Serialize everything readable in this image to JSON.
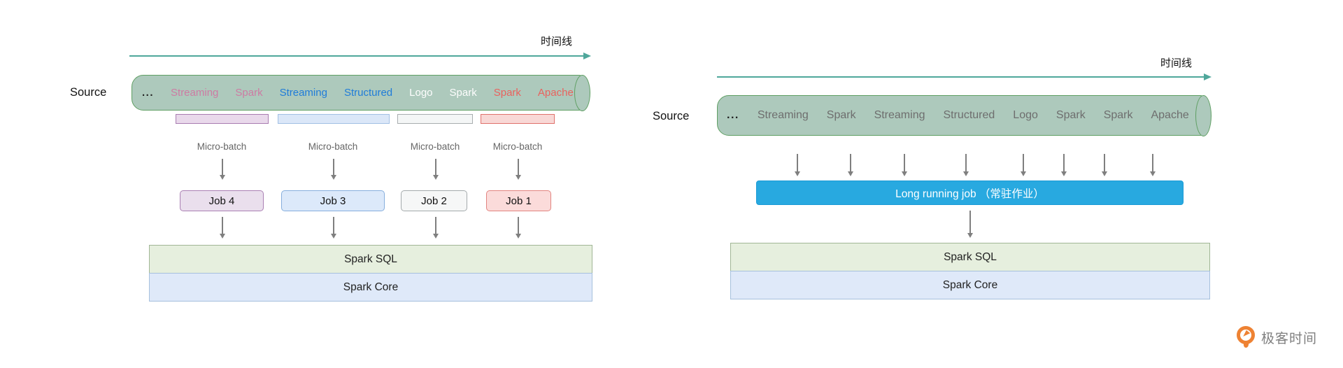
{
  "left_diagram": {
    "timeline_label": "时间线",
    "source_label": "Source",
    "cylinder_words": [
      {
        "text": "...",
        "color": "dark"
      },
      {
        "text": "Streaming",
        "color": "pink"
      },
      {
        "text": "Spark",
        "color": "pink"
      },
      {
        "text": "Streaming",
        "color": "blue"
      },
      {
        "text": "Structured",
        "color": "blue"
      },
      {
        "text": "Logo",
        "color": "white"
      },
      {
        "text": "Spark",
        "color": "white"
      },
      {
        "text": "Spark",
        "color": "red"
      },
      {
        "text": "Apache",
        "color": "red"
      }
    ],
    "batches": [
      {
        "label": "Micro-batch",
        "job": "Job 4",
        "theme": "purple"
      },
      {
        "label": "Micro-batch",
        "job": "Job 3",
        "theme": "blue"
      },
      {
        "label": "Micro-batch",
        "job": "Job 2",
        "theme": "white"
      },
      {
        "label": "Micro-batch",
        "job": "Job 1",
        "theme": "red"
      }
    ],
    "spark_sql_label": "Spark SQL",
    "spark_core_label": "Spark Core"
  },
  "right_diagram": {
    "timeline_label": "时间线",
    "source_label": "Source",
    "cylinder_words": [
      {
        "text": "...",
        "color": "dark"
      },
      {
        "text": "Streaming",
        "color": "gray"
      },
      {
        "text": "Spark",
        "color": "gray"
      },
      {
        "text": "Streaming",
        "color": "gray"
      },
      {
        "text": "Structured",
        "color": "gray"
      },
      {
        "text": "Logo",
        "color": "gray"
      },
      {
        "text": "Spark",
        "color": "gray"
      },
      {
        "text": "Spark",
        "color": "gray"
      },
      {
        "text": "Apache",
        "color": "gray"
      }
    ],
    "long_running_job_label": "Long running job （常驻作业）",
    "spark_sql_label": "Spark SQL",
    "spark_core_label": "Spark Core"
  },
  "footer": {
    "brand": "极客时间"
  },
  "colors": {
    "cylinder_fill": "#adc9bc",
    "cylinder_border": "#5f9f63",
    "timeline_arrow": "#4fa79b",
    "word_pink": "#cd7ba3",
    "word_blue": "#1f7cd9",
    "word_white": "#fdfdfd",
    "word_red": "#e9625e",
    "word_gray": "#6e6e6e",
    "long_job_fill": "#28a9e0",
    "spark_sql_fill": "#e6efde",
    "spark_core_fill": "#dfe9f9",
    "arrow_gray": "#7f7f7f",
    "brand_orange": "#ee8233"
  }
}
